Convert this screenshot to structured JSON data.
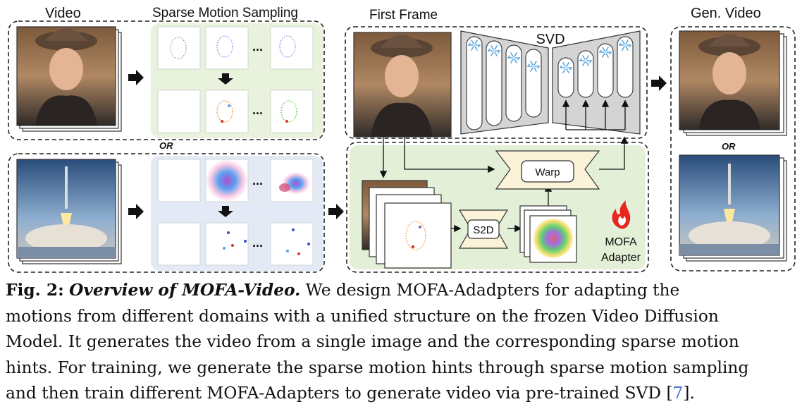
{
  "figure": {
    "labels": {
      "video": "Video",
      "sparse_motion_sampling": "Sparse Motion Sampling",
      "first_frame": "First Frame",
      "svd": "SVD",
      "gen_video": "Gen. Video",
      "or_left": "OR",
      "or_right": "OR",
      "warp": "Warp",
      "s2d": "S2D",
      "mofa_line1": "MOFA",
      "mofa_line2": "Adapter",
      "ellipsis": "..."
    },
    "colors": {
      "green_panel": "#e8f2dc",
      "blue_panel": "#e3eaf6",
      "adapter_panel": "#e3efd7",
      "svd_gray": "#d4d4d4",
      "warp_fill": "#fbf3d8",
      "flame": "#e8251f",
      "snowflake": "#6ab0e6"
    },
    "icons": [
      "snowflake-icon",
      "flame-icon",
      "arrow-right-icon",
      "arrow-down-icon"
    ]
  },
  "caption": {
    "label": "Fig. 2:",
    "title": "Overview of MOFA-Video.",
    "lines": [
      " We design MOFA-Adadpters for adapting the",
      "motions from different domains with a unified structure on the frozen Video Diffusion",
      "Model. It generates the video from a single image and the corresponding sparse motion",
      "hints. For training, we generate the sparse motion hints through sparse motion sampling",
      "and then train different MOFA-Adapters to generate video via pre-trained SVD "
    ],
    "ref_open": "[",
    "ref": "7",
    "ref_close": "]."
  }
}
